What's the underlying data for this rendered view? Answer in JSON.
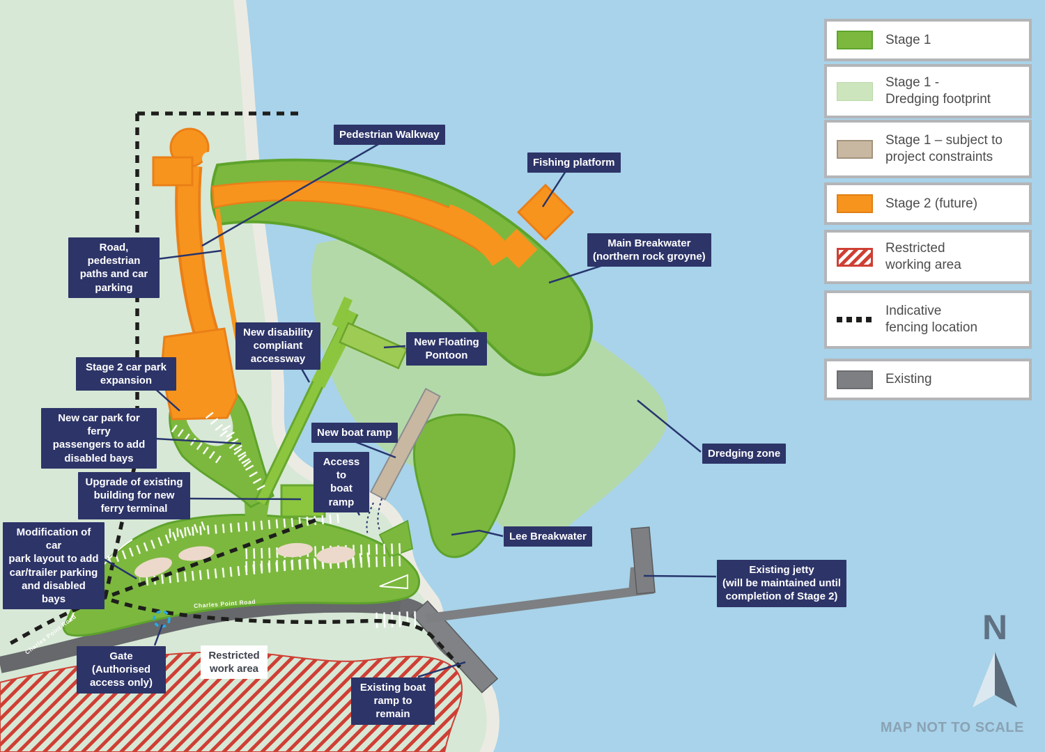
{
  "title": "Marine facility staged development map",
  "legend": {
    "items": [
      {
        "key": "stage1",
        "label": "Stage 1"
      },
      {
        "key": "dredge",
        "label": "Stage 1 -\nDredging footprint"
      },
      {
        "key": "constraints",
        "label": "Stage 1 – subject to\nproject constraints"
      },
      {
        "key": "stage2",
        "label": "Stage 2 (future)"
      },
      {
        "key": "restricted",
        "label": "Restricted\nworking area"
      },
      {
        "key": "fence",
        "label": "Indicative\nfencing location"
      },
      {
        "key": "existing",
        "label": "Existing"
      }
    ]
  },
  "map_labels": [
    {
      "id": "pedestrian-walkway",
      "text": "Pedestrian Walkway"
    },
    {
      "id": "fishing-platform",
      "text": "Fishing platform"
    },
    {
      "id": "main-breakwater",
      "text": "Main Breakwater\n(northern rock groyne)"
    },
    {
      "id": "road-paths-parking",
      "text": "Road, pedestrian\npaths and car\nparking"
    },
    {
      "id": "disability-accessway",
      "text": "New disability\ncompliant\naccessway"
    },
    {
      "id": "floating-pontoon",
      "text": "New Floating\nPontoon"
    },
    {
      "id": "stage2-expansion",
      "text": "Stage 2 car park\nexpansion"
    },
    {
      "id": "new-car-park",
      "text": "New car park for ferry\npassengers to add\ndisabled bays"
    },
    {
      "id": "upgrade-building",
      "text": "Upgrade of existing\nbuilding for new\nferry terminal"
    },
    {
      "id": "new-boat-ramp",
      "text": "New boat ramp"
    },
    {
      "id": "access-boat-ramp",
      "text": "Access to\nboat ramp"
    },
    {
      "id": "car-park-modification",
      "text": "Modification of car\npark layout to add\ncar/trailer parking\nand disabled bays"
    },
    {
      "id": "lee-breakwater",
      "text": "Lee Breakwater"
    },
    {
      "id": "dredging-zone",
      "text": "Dredging zone"
    },
    {
      "id": "existing-jetty",
      "text": "Existing jetty\n(will be maintained until\ncompletion of Stage 2)"
    },
    {
      "id": "gate",
      "text": "Gate (Authorised\naccess only)"
    },
    {
      "id": "restricted-work-area",
      "text": "Restricted\nwork area"
    },
    {
      "id": "existing-boat-ramp",
      "text": "Existing boat\nramp to remain"
    }
  ],
  "road_labels": [
    "Charles Point Road",
    "Charles Point Road"
  ],
  "compass": {
    "north_letter": "N"
  },
  "footer": {
    "scale_note": "MAP NOT TO SCALE"
  },
  "colors": {
    "water": "#a8d3ea",
    "land": "#d7e8d6",
    "shoreline": "#ecebe3",
    "stage1_green": "#7cb83e",
    "dredging_green": "#b4d9a9",
    "constraints_tan": "#c8b8a2",
    "stage2_orange": "#f7941e",
    "restricted_red": "#cf3f34",
    "existing_gray": "#7d7f82",
    "label_navy": "#2d3468",
    "fence_black": "#1e1e1c"
  }
}
